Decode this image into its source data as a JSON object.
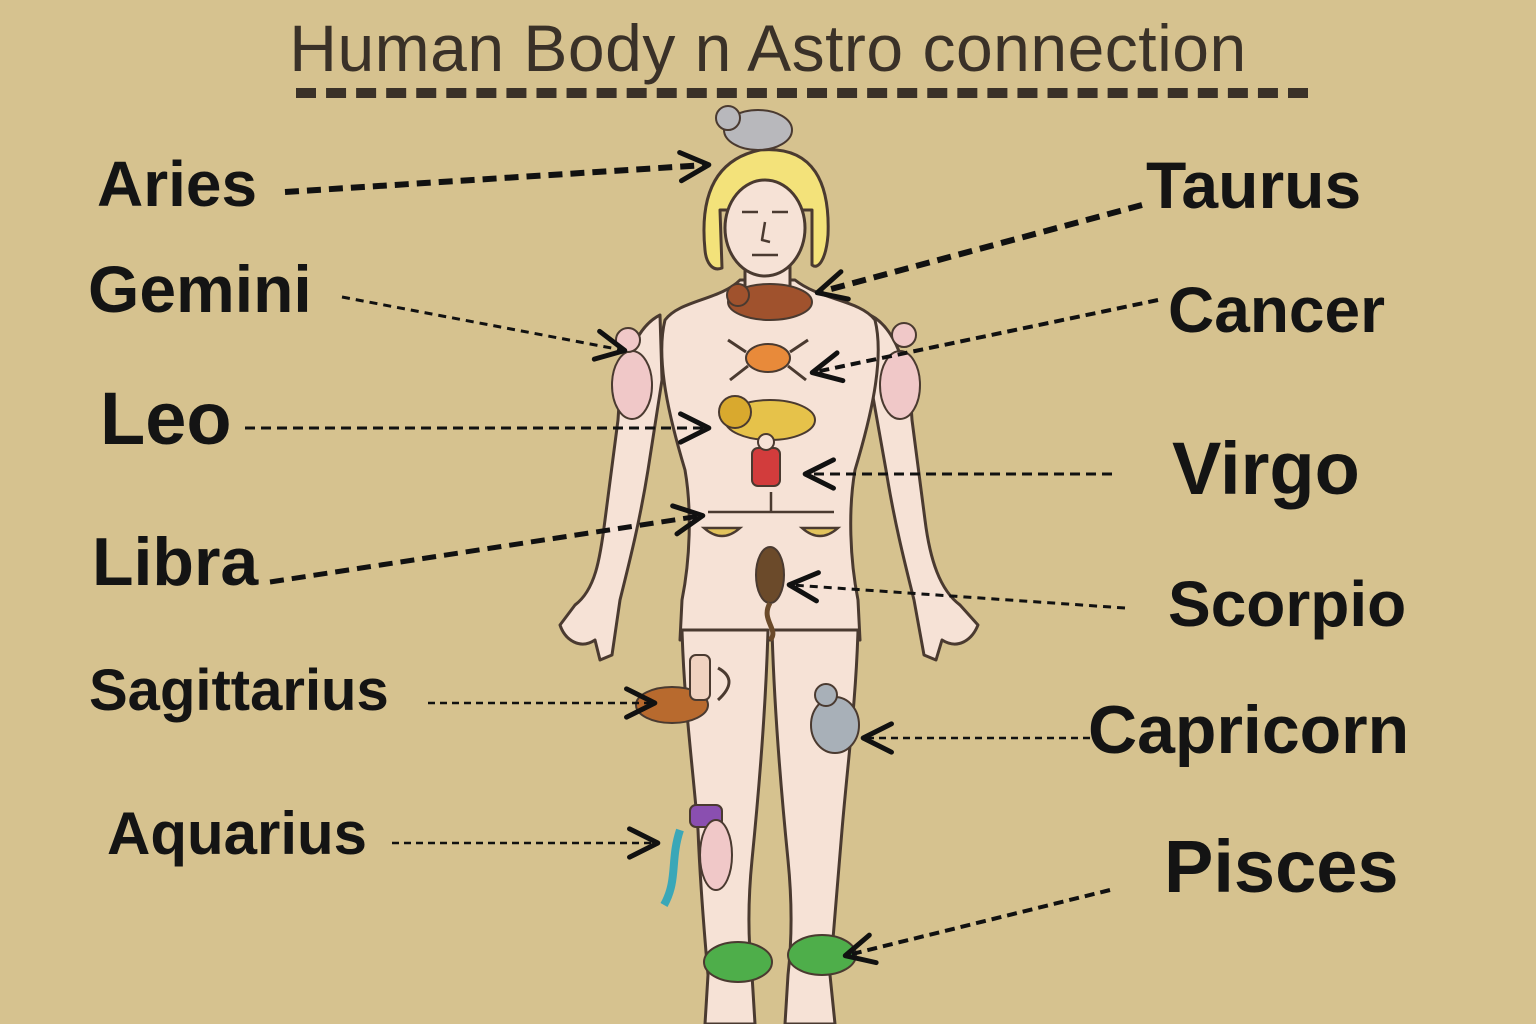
{
  "title": "Human Body n Astro connection",
  "colors": {
    "background": "#d6c28f",
    "title": "#3a3128",
    "label": "#141414",
    "skin": "#f6e2d6",
    "outline": "#4a3a30",
    "hair": "#f3e27a"
  },
  "signs": [
    {
      "key": "aries",
      "label": "Aries",
      "body_part": "head",
      "side": "left"
    },
    {
      "key": "taurus",
      "label": "Taurus",
      "body_part": "neck",
      "side": "right"
    },
    {
      "key": "gemini",
      "label": "Gemini",
      "body_part": "shoulders-arms",
      "side": "left"
    },
    {
      "key": "cancer",
      "label": "Cancer",
      "body_part": "chest",
      "side": "right"
    },
    {
      "key": "leo",
      "label": "Leo",
      "body_part": "heart",
      "side": "left"
    },
    {
      "key": "virgo",
      "label": "Virgo",
      "body_part": "stomach",
      "side": "right"
    },
    {
      "key": "libra",
      "label": "Libra",
      "body_part": "lower-back",
      "side": "left"
    },
    {
      "key": "scorpio",
      "label": "Scorpio",
      "body_part": "pelvis",
      "side": "right"
    },
    {
      "key": "sagittarius",
      "label": "Sagittarius",
      "body_part": "thighs",
      "side": "left"
    },
    {
      "key": "capricorn",
      "label": "Capricorn",
      "body_part": "knees",
      "side": "right"
    },
    {
      "key": "aquarius",
      "label": "Aquarius",
      "body_part": "calves",
      "side": "left"
    },
    {
      "key": "pisces",
      "label": "Pisces",
      "body_part": "feet",
      "side": "right"
    }
  ]
}
